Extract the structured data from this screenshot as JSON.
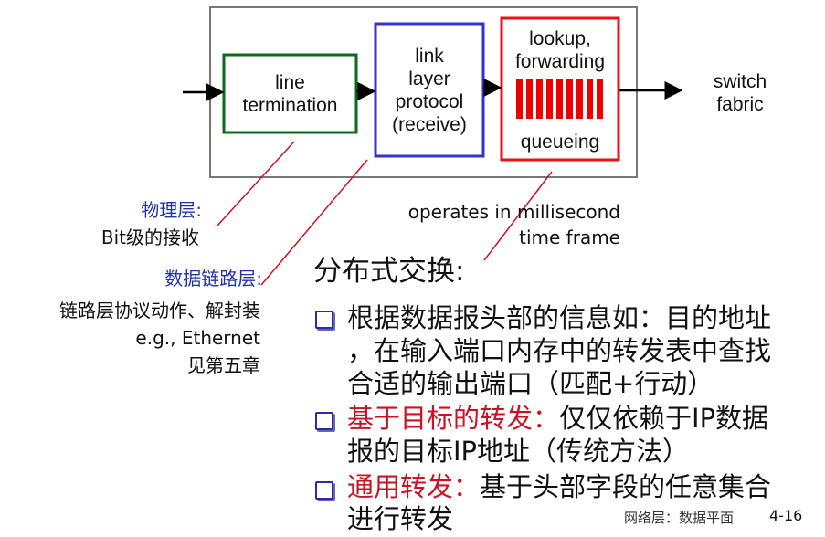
{
  "diagram": {
    "line_termination": [
      "line",
      "termination"
    ],
    "link_layer": [
      "link",
      "layer",
      "protocol",
      "(receive)"
    ],
    "lookup": [
      "lookup,",
      "forwarding"
    ],
    "queueing": "queueing",
    "switch_fabric": [
      "switch",
      "fabric"
    ],
    "colors": {
      "line_termination": "#0a6a1a",
      "link_layer": "#3333cc",
      "lookup": "#ee1111",
      "pointer": "#cc1122"
    }
  },
  "annotations": {
    "physical_title": "物理层:",
    "physical_desc": "Bit级的接收",
    "datalink_title": "数据链路层:",
    "datalink_desc": "链路层协议动作、解封装",
    "datalink_example": "e.g., Ethernet",
    "datalink_ref": "见第五章",
    "timing": [
      "operates in millisecond",
      "time frame"
    ]
  },
  "content": {
    "heading": "分布式交换:",
    "bullets": [
      {
        "lines": [
          {
            "red": "",
            "text": "根据数据报头部的信息如：目的地址"
          },
          {
            "red": "",
            "text": "，在输入端口内存中的转发表中查找"
          },
          {
            "red": "",
            "text": "合适的输出端口（匹配+行动）"
          }
        ]
      },
      {
        "lines": [
          {
            "red": "基于目标的转发：",
            "text": "仅仅依赖于IP数据"
          },
          {
            "red": "",
            "text": "报的目标IP地址（传统方法）"
          }
        ]
      },
      {
        "lines": [
          {
            "red": "通用转发：",
            "text": "基于头部字段的任意集合"
          },
          {
            "red": "",
            "text": "进行转发"
          }
        ]
      }
    ]
  },
  "footer": {
    "section": "网络层：数据平面",
    "page": "4-16"
  }
}
